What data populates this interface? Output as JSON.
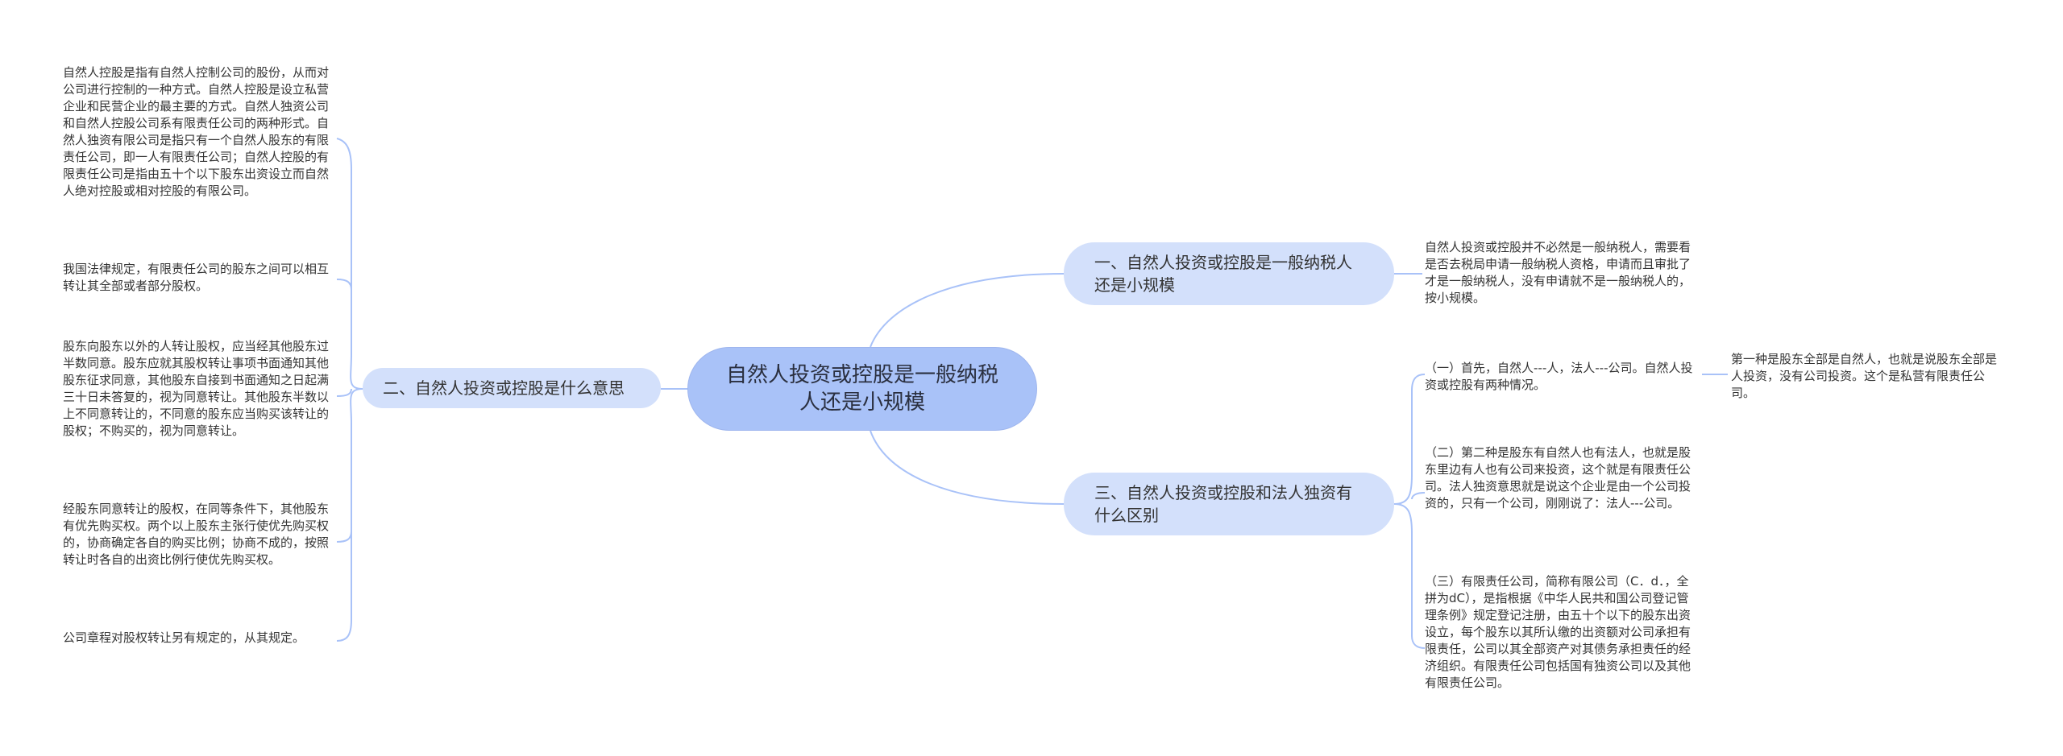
{
  "root": {
    "title": "自然人投资或控股是一般纳税人还是小规模"
  },
  "branches": {
    "b1": "一、自然人投资或控股是一般纳税人还是小规模",
    "b2": "二、自然人投资或控股是什么意思",
    "b3": "三、自然人投资或控股和法人独资有什么区别"
  },
  "leaves": {
    "b1_text": "自然人投资或控股并不必然是一般纳税人，需要看是否去税局申请一般纳税人资格，申请而且审批了才是一般纳税人，没有申请就不是一般纳税人的，按小规模。",
    "b2_1": "自然人控股是指有自然人控制公司的股份，从而对公司进行控制的一种方式。自然人控股是设立私营企业和民营企业的最主要的方式。自然人独资公司和自然人控股公司系有限责任公司的两种形式。自然人独资有限公司是指只有一个自然人股东的有限责任公司，即一人有限责任公司；自然人控股的有限责任公司是指由五十个以下股东出资设立而自然人绝对控股或相对控股的有限公司。",
    "b2_2": "我国法律规定，有限责任公司的股东之间可以相互转让其全部或者部分股权。",
    "b2_3": "股东向股东以外的人转让股权，应当经其他股东过半数同意。股东应就其股权转让事项书面通知其他股东征求同意，其他股东自接到书面通知之日起满三十日未答复的，视为同意转让。其他股东半数以上不同意转让的，不同意的股东应当购买该转让的股权；不购买的，视为同意转让。",
    "b2_4": "经股东同意转让的股权，在同等条件下，其他股东有优先购买权。两个以上股东主张行使优先购买权的，协商确定各自的购买比例；协商不成的，按照转让时各自的出资比例行使优先购买权。",
    "b2_5": "公司章程对股权转让另有规定的，从其规定。",
    "b3_1": "（一）首先，自然人---人，法人---公司。自然人投资或控股有两种情况。",
    "b3_1_sub": "第一种是股东全部是自然人，也就是说股东全部是人投资，没有公司投资。这个是私营有限责任公司。",
    "b3_2": "（二）第二种是股东有自然人也有法人，也就是股东里边有人也有公司来投资，这个就是有限责任公司。法人独资意思就是说这个企业是由一个公司投资的，只有一个公司，刚刚说了：法人---公司。",
    "b3_3": "（三）有限责任公司，简称有限公司（C．d．，全拼为dC），是指根据《中华人民共和国公司登记管理条例》规定登记注册，由五十个以下的股东出资设立，每个股东以其所认缴的出资额对公司承担有限责任，公司以其全部资产对其债务承担责任的经济组织。有限责任公司包括国有独资公司以及其他有限责任公司。"
  },
  "colors": {
    "line": "#a9c2f8",
    "root_fill": "#a9c2f8",
    "branch_fill": "#d3e0fb"
  }
}
